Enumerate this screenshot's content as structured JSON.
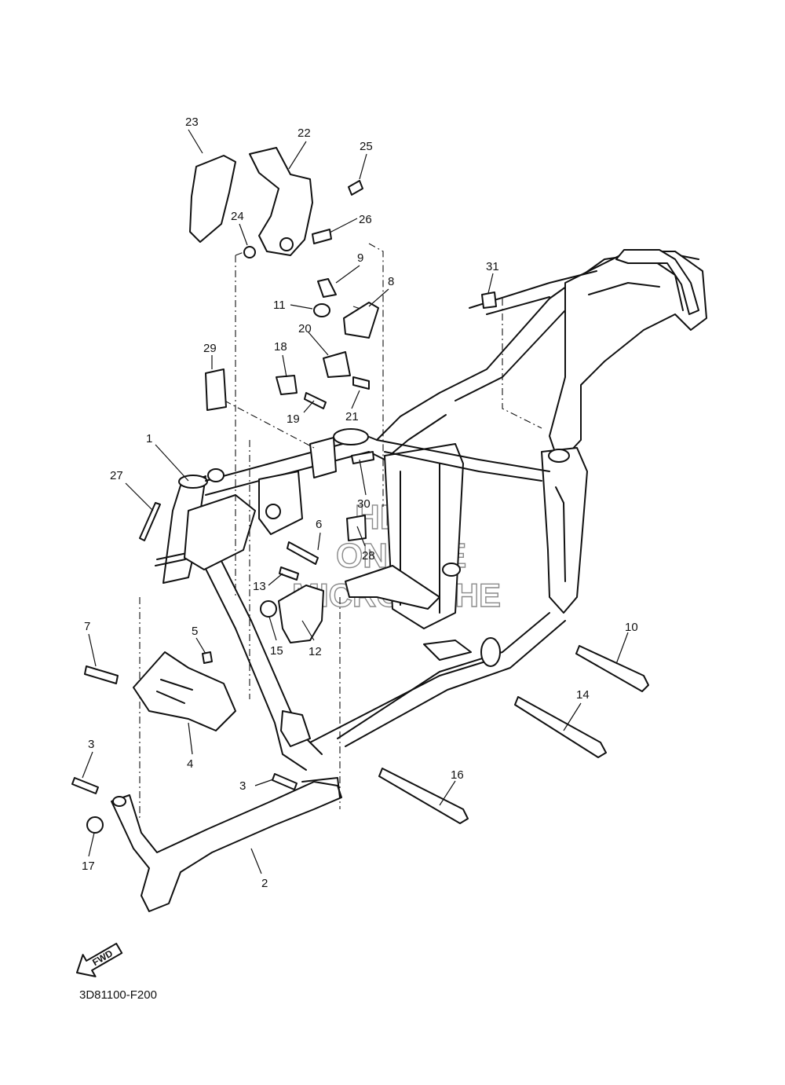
{
  "diagram_code": "3D81100-F200",
  "watermark": {
    "line1": "HLSM",
    "line2": "ONLINE",
    "line3": "MICROFICHE"
  },
  "fwd_label": "FWD",
  "callouts": {
    "c1": "1",
    "c2": "2",
    "c3a": "3",
    "c3b": "3",
    "c4": "4",
    "c5": "5",
    "c6": "6",
    "c7": "7",
    "c8": "8",
    "c9": "9",
    "c10": "10",
    "c11": "11",
    "c12": "12",
    "c13": "13",
    "c14": "14",
    "c15": "15",
    "c16": "16",
    "c17": "17",
    "c18": "18",
    "c19": "19",
    "c20": "20",
    "c21": "21",
    "c22": "22",
    "c23": "23",
    "c24": "24",
    "c25": "25",
    "c26": "26",
    "c27": "27",
    "c28": "28",
    "c29": "29",
    "c30": "30",
    "c31": "31"
  }
}
